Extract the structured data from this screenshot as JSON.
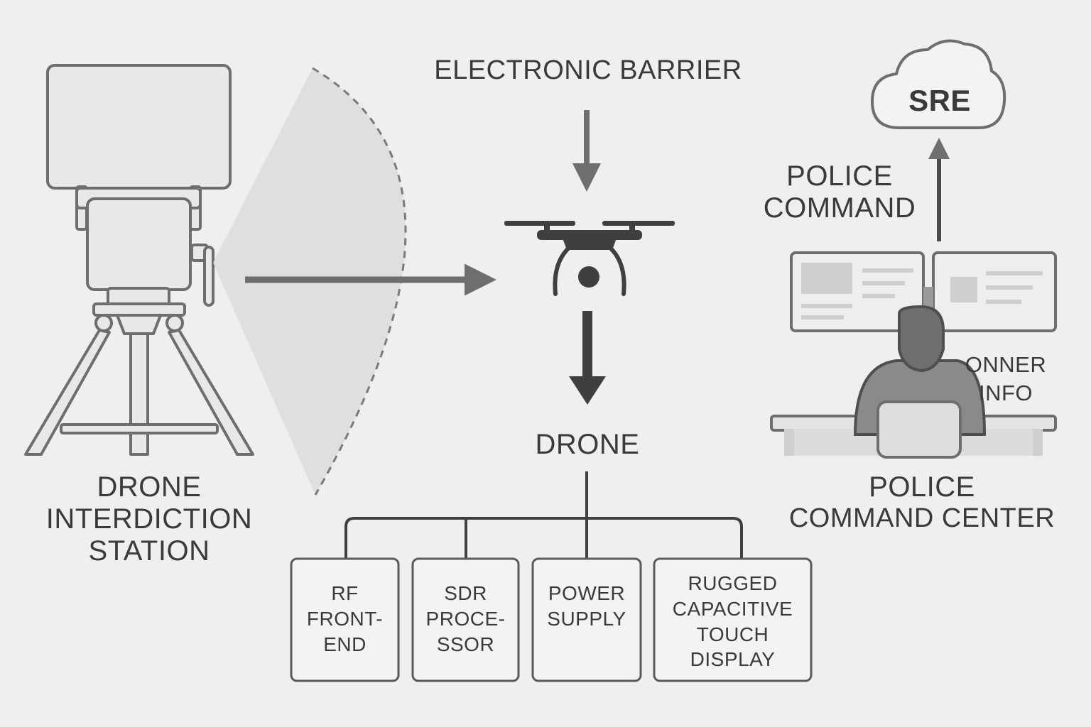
{
  "labels": {
    "electronic_barrier": "ELECTRONIC BARRIER",
    "drone": "DRONE",
    "interdiction_station": [
      "DRONE",
      "INTERDICTION",
      "STATION"
    ],
    "police_command": [
      "POLICE",
      "COMMAND"
    ],
    "sre": "SRE",
    "onner_info": [
      "ONNER",
      "INFO"
    ],
    "police_command_center": [
      "POLICE",
      "COMMAND CENTER"
    ]
  },
  "components": [
    {
      "lines": [
        "RF",
        "FRONT-",
        "END"
      ]
    },
    {
      "lines": [
        "SDR",
        "PROCE-",
        "SSOR"
      ]
    },
    {
      "lines": [
        "POWER",
        "SUPPLY"
      ]
    },
    {
      "lines": [
        "RUGGED",
        "CAPACITIVE",
        "TOUCH",
        "DISPLAY"
      ]
    }
  ],
  "colors": {
    "background": "#efefef",
    "stroke": "#6e6e6e",
    "fill_light": "#e4e4e4",
    "beam": "#dcdcdc",
    "dark": "#3f3f3f"
  }
}
